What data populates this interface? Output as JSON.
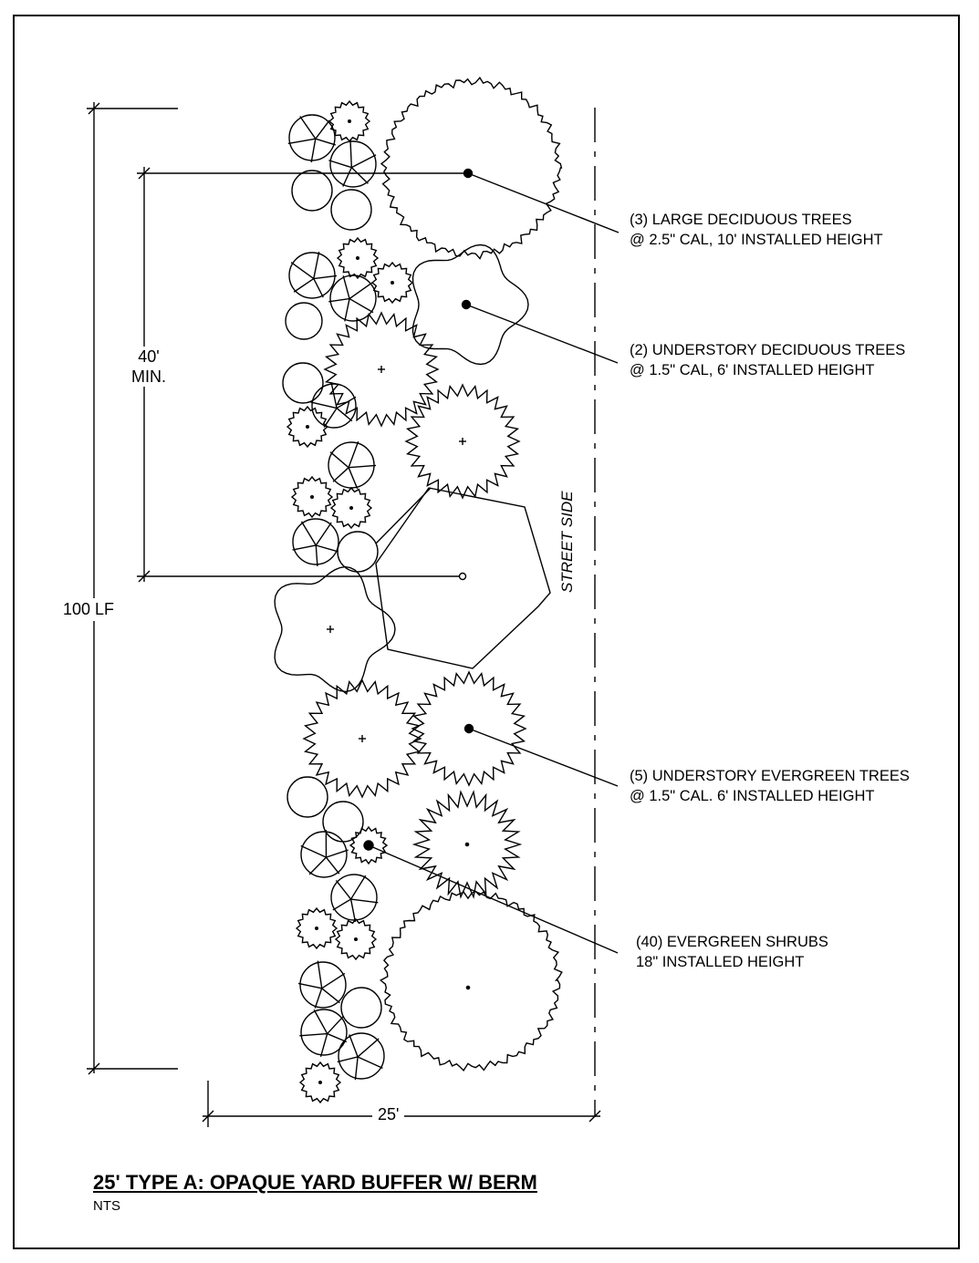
{
  "diagram": {
    "title": "25' TYPE A: OPAQUE YARD BUFFER W/ BERM",
    "subtitle": "NTS",
    "street_side": "STREET SIDE",
    "dimensions": {
      "total_length": "100 LF",
      "min_spacing_line1": "40'",
      "min_spacing_line2": "MIN.",
      "width": "25'"
    },
    "callouts": [
      {
        "line1": "(3) LARGE DECIDUOUS TREES",
        "line2": "@ 2.5\" CAL, 10' INSTALLED HEIGHT"
      },
      {
        "line1": "(2) UNDERSTORY DECIDUOUS TREES",
        "line2": "@ 1.5\" CAL, 6' INSTALLED HEIGHT"
      },
      {
        "line1": "(5) UNDERSTORY  EVERGREEN TREES",
        "line2": "@ 1.5\" CAL. 6' INSTALLED HEIGHT"
      },
      {
        "line1": "(40) EVERGREEN SHRUBS",
        "line2": "18\" INSTALLED HEIGHT"
      }
    ]
  }
}
